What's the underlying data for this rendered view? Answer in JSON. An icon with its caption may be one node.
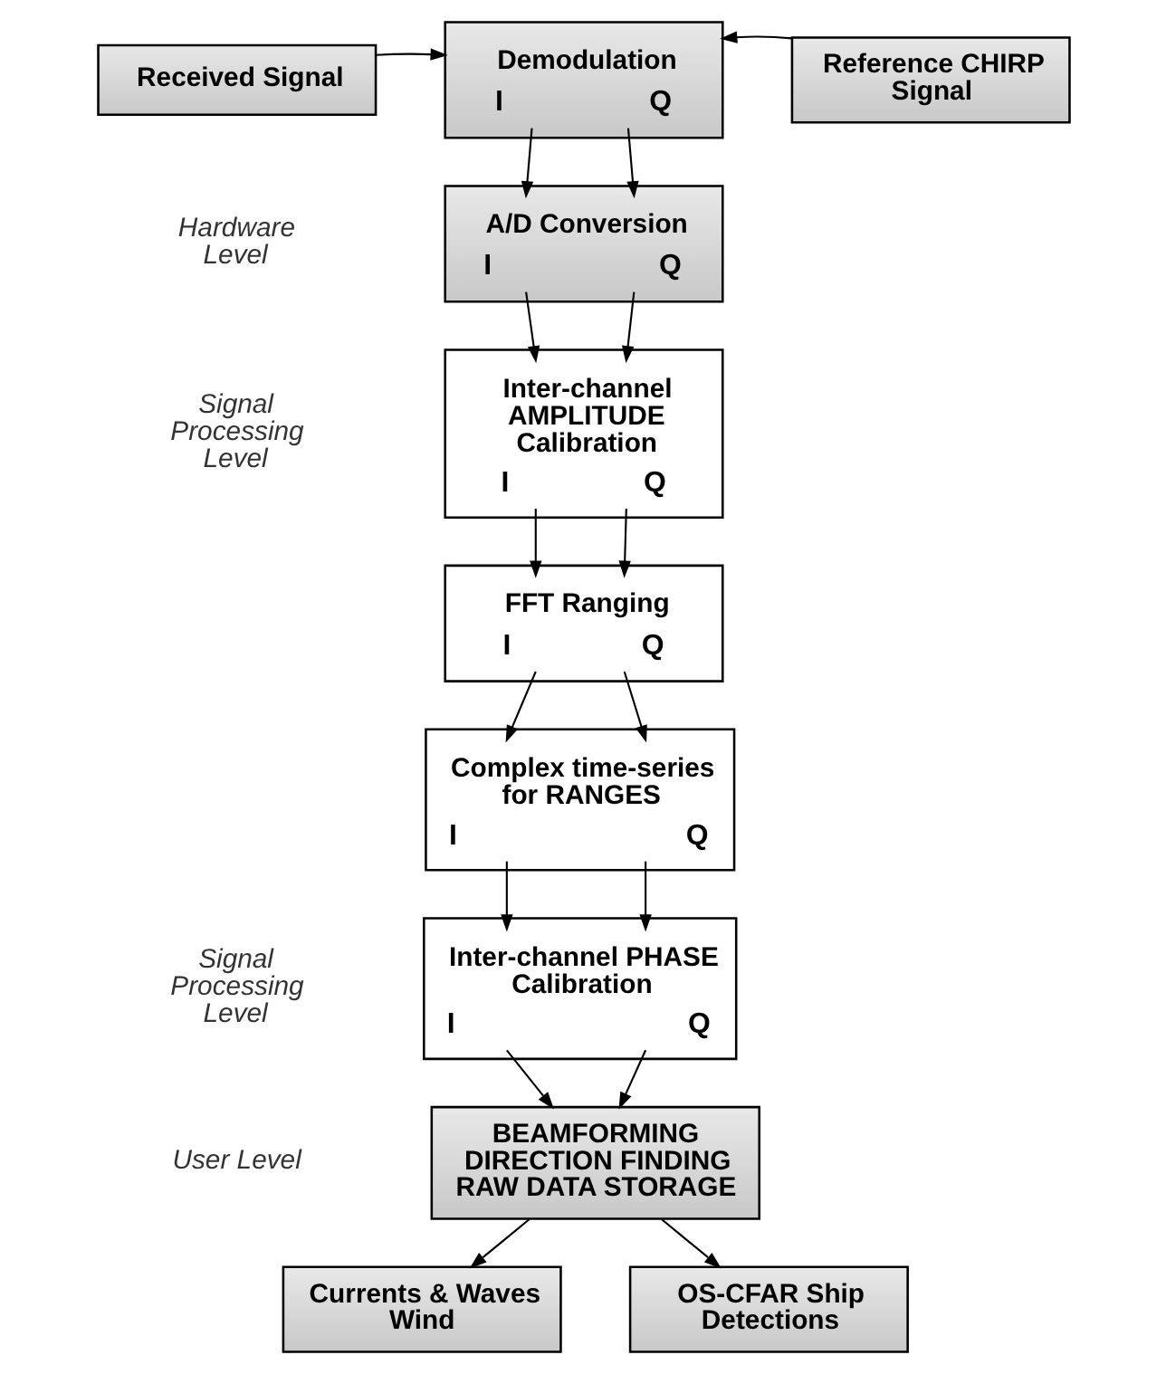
{
  "diagram": {
    "nodes": [
      {
        "text": [
          "Received Signal"
        ]
      },
      {
        "text": [
          "Demodulation",
          "I",
          "Q"
        ]
      },
      {
        "text": [
          "Reference CHIRP Signal"
        ]
      },
      {
        "text": [
          "A/D Conversion",
          "I",
          "Q"
        ]
      },
      {
        "text": [
          "Inter-channel AMPLITUDE Calibration",
          "I",
          "Q"
        ]
      },
      {
        "text": [
          "FFT Ranging",
          "I",
          "Q"
        ]
      },
      {
        "text": [
          "Complex time-series for RANGES",
          "I",
          "Q"
        ]
      },
      {
        "text": [
          "Inter-channel PHASE Calibration",
          "I",
          "Q"
        ]
      },
      {
        "text": [
          "BEAMFORMING DIRECTION FINDING RAW DATA STORAGE"
        ]
      },
      {
        "text": [
          "Currents & Waves Wind"
        ]
      },
      {
        "text": [
          "OS-CFAR Ship Detections"
        ]
      }
    ],
    "edges": [
      {
        "from": 0,
        "to": 1,
        "arrow": "to"
      },
      {
        "from": 2,
        "to": 1,
        "arrow": "to"
      },
      {
        "from": 1,
        "to": 3,
        "arrow": "to"
      },
      {
        "from": 1,
        "to": 3,
        "arrow": "to"
      },
      {
        "from": 3,
        "to": 4,
        "arrow": "to"
      },
      {
        "from": 3,
        "to": 4,
        "arrow": "to"
      },
      {
        "from": 4,
        "to": 5,
        "arrow": "to"
      },
      {
        "from": 4,
        "to": 5,
        "arrow": "to"
      },
      {
        "from": 5,
        "to": 6,
        "arrow": "to"
      },
      {
        "from": 5,
        "to": 6,
        "arrow": "to"
      },
      {
        "from": 6,
        "to": 7,
        "arrow": "to"
      },
      {
        "from": 6,
        "to": 7,
        "arrow": "to"
      },
      {
        "from": 7,
        "to": 8,
        "arrow": "to"
      },
      {
        "from": 7,
        "to": 8,
        "arrow": "to"
      },
      {
        "from": 8,
        "to": 9,
        "arrow": "to"
      },
      {
        "from": 8,
        "to": 10,
        "arrow": "to"
      }
    ],
    "labels": [
      "Hardware Level",
      "Signal Processing Level",
      "Signal Processing Level",
      "User Level"
    ]
  }
}
